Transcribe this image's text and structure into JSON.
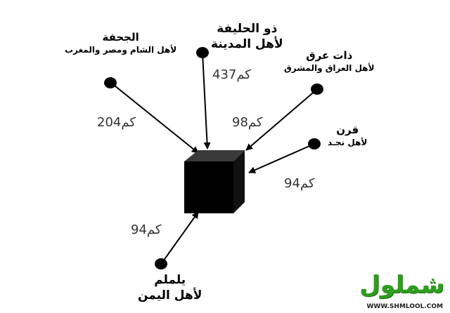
{
  "center": {
    "icon": "kaaba-cube"
  },
  "miqats": [
    {
      "id": "dhul-hulayfah",
      "name": "ذو الحليفة",
      "region": "لأهل المدينة",
      "distance": "437كم"
    },
    {
      "id": "dhat-irq",
      "name": "ذات عرق",
      "region": "لأهل العراق والمشرق",
      "distance": "98كم"
    },
    {
      "id": "qarn",
      "name": "قرن",
      "region": "لأهل نجـد",
      "distance": "94كم"
    },
    {
      "id": "yalamlam",
      "name": "يلملم",
      "region": "لأهل اليمن",
      "distance": "94كم"
    },
    {
      "id": "juhfah",
      "name": "الجحفة",
      "region": "لأهل الشام ومصر والمغرب",
      "distance": "204كم"
    }
  ],
  "watermark": {
    "text": "شملول",
    "url": "WWW.SHMLOOL.COM",
    "color": "#2f9e1e"
  }
}
